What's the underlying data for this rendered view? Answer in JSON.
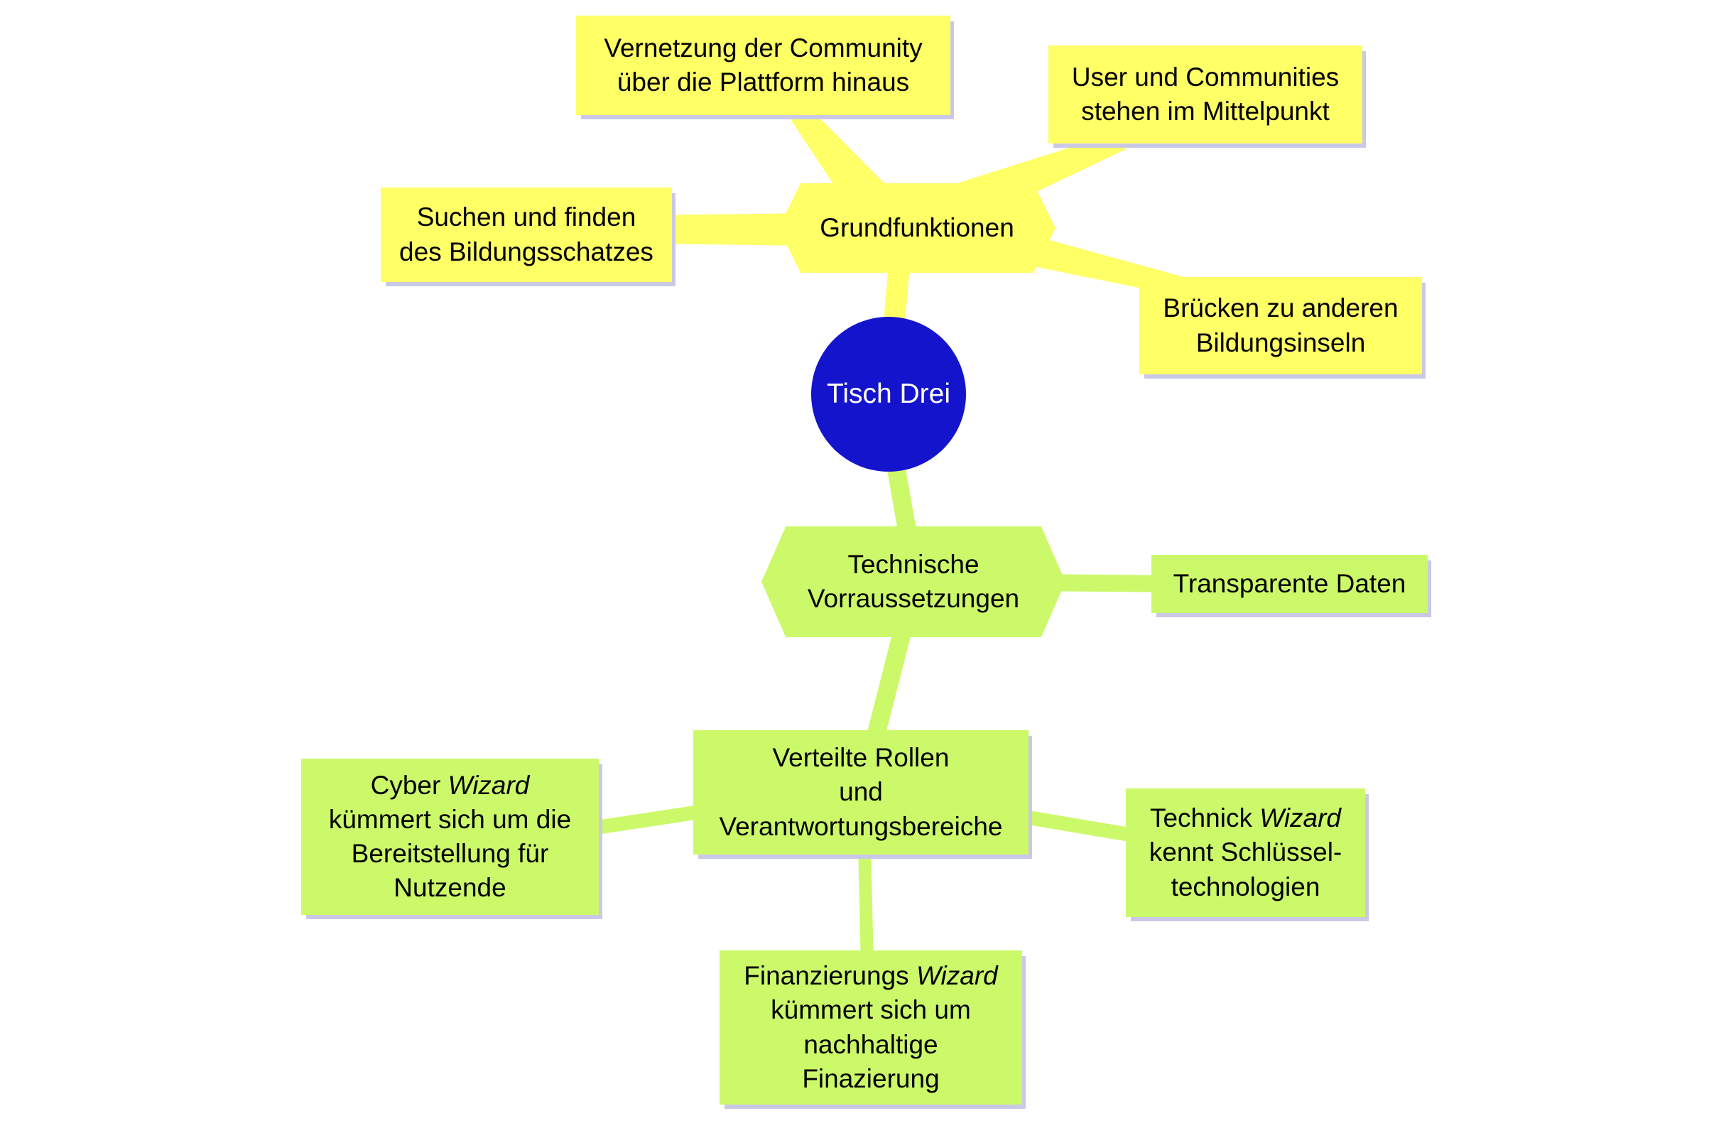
{
  "colors": {
    "yellow": "#FFFF66",
    "green": "#CCF96A",
    "blue": "#1414CC",
    "shadow": "#C9C9E6",
    "text": "#000000",
    "root_text": "#FFFFFF"
  },
  "root": {
    "label": "Tisch Drei"
  },
  "hubs": {
    "grundfunktionen": {
      "label": "Grundfunktionen"
    },
    "technische": {
      "label": "Technische\nVorraussetzungen"
    }
  },
  "topics": {
    "vernetzung": {
      "label": "Vernetzung der Community\nüber die Plattform hinaus"
    },
    "user_communities": {
      "label": "User und Communities\nstehen im Mittelpunkt"
    },
    "suchen": {
      "label": "Suchen und finden\ndes Bildungsschatzes"
    },
    "bruecken": {
      "label": "Brücken zu anderen\nBildungsinseln"
    },
    "transparente": {
      "label": "Transparente Daten"
    },
    "verteilte": {
      "label": "Verteilte Rollen\nund\nVerantwortungsbereiche"
    },
    "cyber": {
      "prefix": "Cyber ",
      "wizard": "Wizard",
      "rest": "\nkümmert sich um die\nBereitstellung für\nNutzende"
    },
    "technick": {
      "prefix": "Technick ",
      "wizard": "Wizard",
      "rest": "\nkennt Schlüssel-\ntechnologien"
    },
    "finanzierung": {
      "prefix": "Finanzierungs ",
      "wizard": "Wizard",
      "rest": "\nkümmert sich um\nnachhaltige\nFinazierung"
    }
  }
}
